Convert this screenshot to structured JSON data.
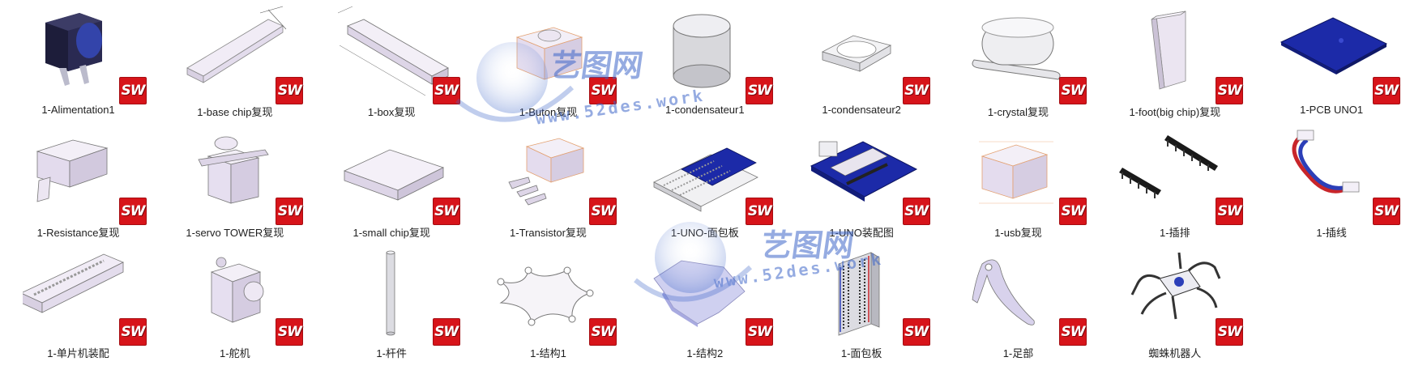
{
  "badge_text": "SW",
  "colors": {
    "badge": "#d7141a",
    "watermark": "#3f67c9",
    "pcb": "#1c2aa8",
    "part": "#e9e3f0"
  },
  "watermark": {
    "title": "艺图网",
    "url": "www.52des.work"
  },
  "files": [
    {
      "label": "1-Alimentation1",
      "icon": "power-jack-icon"
    },
    {
      "label": "1-base chip复现",
      "icon": "base-chip-icon"
    },
    {
      "label": "1-box复现",
      "icon": "box-icon"
    },
    {
      "label": "1-Buton复现",
      "icon": "button-part-icon"
    },
    {
      "label": "1-condensateur1",
      "icon": "capacitor-icon"
    },
    {
      "label": "1-condensateur2",
      "icon": "capacitor-base-icon"
    },
    {
      "label": "1-crystal复现",
      "icon": "crystal-icon"
    },
    {
      "label": "1-foot(big chip)复现",
      "icon": "chip-foot-icon"
    },
    {
      "label": "1-PCB UNO1",
      "icon": "pcb-icon"
    },
    {
      "label": "1-Resistance复现",
      "icon": "resistor-icon"
    },
    {
      "label": "1-servo TOWER复现",
      "icon": "servo-icon"
    },
    {
      "label": "1-small chip复现",
      "icon": "small-chip-icon"
    },
    {
      "label": "1-Transistor复现",
      "icon": "transistor-icon"
    },
    {
      "label": "1-UNO-面包板",
      "icon": "uno-breadboard-icon"
    },
    {
      "label": "1-UNO装配图",
      "icon": "uno-assembly-icon"
    },
    {
      "label": "1-usb复现",
      "icon": "usb-icon"
    },
    {
      "label": "1-插排",
      "icon": "pin-header-icon"
    },
    {
      "label": "1-插线",
      "icon": "jumper-wire-icon"
    },
    {
      "label": "1-单片机装配",
      "icon": "mcu-assembly-icon"
    },
    {
      "label": "1-舵机",
      "icon": "servo-motor-icon"
    },
    {
      "label": "1-杆件",
      "icon": "rod-icon"
    },
    {
      "label": "1-结构1",
      "icon": "frame-plate-icon"
    },
    {
      "label": "1-结构2",
      "icon": "structure-plate-icon"
    },
    {
      "label": "1-面包板",
      "icon": "breadboard-icon"
    },
    {
      "label": "1-足部",
      "icon": "foot-part-icon"
    },
    {
      "label": "蜘蛛机器人",
      "icon": "spider-robot-icon"
    }
  ]
}
